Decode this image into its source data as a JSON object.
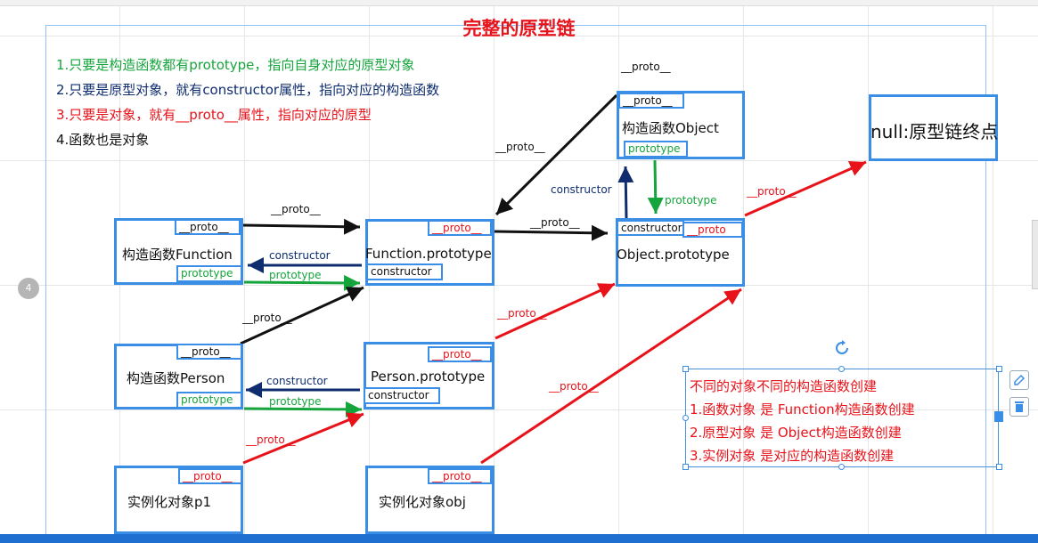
{
  "title": "完整的原型链",
  "rules": [
    "1.只要是构造函数都有prototype，指向自身对应的原型对象",
    "2.只要是原型对象，就有constructor属性，指向对应的构造函数",
    "3.只要是对象，就有__proto__属性，指向对应的原型",
    "4.函数也是对象"
  ],
  "boxes": {
    "ctor_function": "构造函数Function",
    "function_prototype": "Function.prototype",
    "ctor_object": "构造函数Object",
    "object_prototype": "Object.prototype",
    "null_end": "null:原型链终点",
    "ctor_person": "构造函数Person",
    "person_prototype": "Person.prototype",
    "instance_p1": "实例化对象p1",
    "instance_obj": "实例化对象obj"
  },
  "tags": {
    "proto": "__proto__",
    "proto_short": "__proto",
    "prototype": "prototype",
    "constructor": "constructor"
  },
  "arrow_labels": {
    "proto": "__proto__",
    "constructor": "constructor",
    "prototype": "prototype"
  },
  "note": {
    "lines": [
      "不同的对象不同的构造函数创建",
      "1.函数对象 是 Function构造函数创建",
      "2.原型对象  是 Object构造函数创建",
      "3.实例对象  是对应的构造函数创建"
    ]
  },
  "page_badge": "4",
  "colors": {
    "title": "#e8131a",
    "box_border": "#3a8ee6",
    "proto_arrow_red": "#e8131a",
    "proto_arrow_black": "#111111",
    "constructor_arrow": "#0e2c6e",
    "prototype_arrow": "#16a53d"
  }
}
